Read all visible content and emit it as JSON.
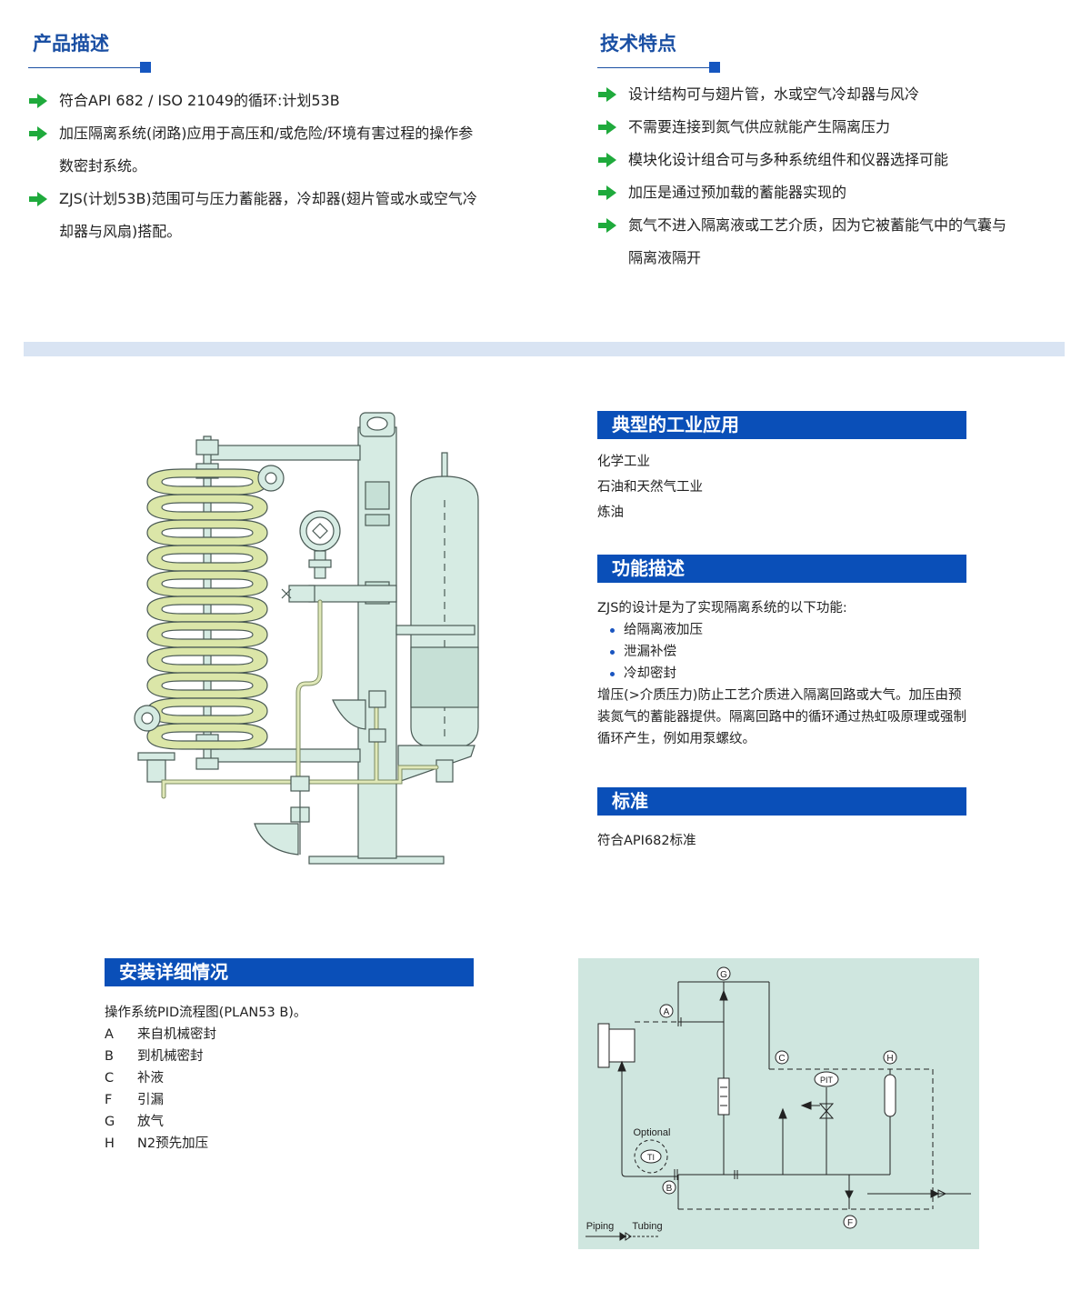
{
  "product_description": {
    "title": "产品描述",
    "items": [
      "符合API 682 / ISO 21049的循环:计划53B",
      "加压隔离系统(闭路)应用于高压和/或危险/环境有害过程的操作参数密封系统。",
      "ZJS(计划53B)范围可与压力蓄能器，冷却器(翅片管或水或空气冷却器与风扇)搭配。"
    ]
  },
  "technical_features": {
    "title": "技术特点",
    "items": [
      "设计结构可与翅片管，水或空气冷却器与风冷",
      "不需要连接到氮气供应就能产生隔离压力",
      "模块化设计组合可与多种系统组件和仪器选择可能",
      "加压是通过预加载的蓄能器实现的",
      "氮气不进入隔离液或工艺介质，因为它被蓄能气中的气囊与隔离液隔开"
    ]
  },
  "applications": {
    "title": "典型的工业应用",
    "items": [
      "化学工业",
      "石油和天然气工业",
      "炼油"
    ]
  },
  "function": {
    "title": "功能描述",
    "intro": "ZJS的设计是为了实现隔离系统的以下功能:",
    "bullets": [
      "给隔离液加压",
      "泄漏补偿",
      "冷却密封"
    ],
    "detail": "增压(>介质压力)防止工艺介质进入隔离回路或大气。加压由预装氮气的蓄能器提供。隔离回路中的循环通过热虹吸原理或强制循环产生，例如用泵螺纹。"
  },
  "standard": {
    "title": "标准",
    "text": "符合API682标准"
  },
  "installation": {
    "title": "安装详细情况",
    "intro": "操作系统PID流程图(PLAN53 B)。",
    "legend": [
      {
        "key": "A",
        "value": "来自机械密封"
      },
      {
        "key": "B",
        "value": "到机械密封"
      },
      {
        "key": "C",
        "value": "补液"
      },
      {
        "key": "F",
        "value": "引漏"
      },
      {
        "key": "G",
        "value": "放气"
      },
      {
        "key": "H",
        "value": "N2预先加压"
      }
    ]
  },
  "pid": {
    "labels": {
      "a": "A",
      "b": "B",
      "c": "C",
      "f": "F",
      "g": "G",
      "h": "H",
      "pit": "PIT",
      "ti": "TI"
    },
    "optional": "Optional",
    "piping": "Piping",
    "tubing": "Tubing"
  },
  "colors": {
    "brand_blue": "#0a4fb8",
    "title_blue": "#1a4fa3",
    "arrow_green": "#1faa3c",
    "divider": "#d9e4f3",
    "pid_bg": "#cfe6df",
    "equipment_fill": "#d6ebe3",
    "coil_fill": "#dbe6a8"
  }
}
